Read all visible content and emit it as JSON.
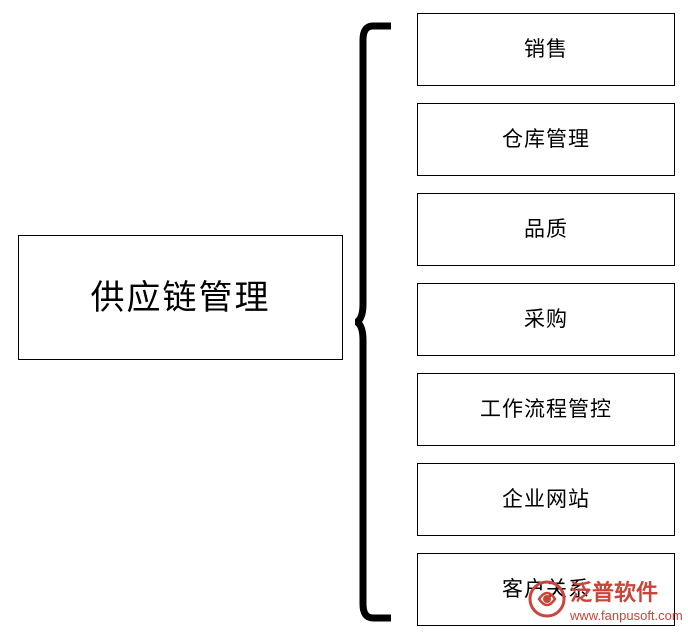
{
  "diagram": {
    "type": "brace-tree",
    "root": {
      "label": "供应链管理"
    },
    "branches": [
      {
        "label": "销售"
      },
      {
        "label": "仓库管理"
      },
      {
        "label": "品质"
      },
      {
        "label": "采购"
      },
      {
        "label": "工作流程管控"
      },
      {
        "label": "企业网站"
      },
      {
        "label": "客户关系"
      }
    ],
    "connector": {
      "name": "curly-brace",
      "color": "#000000"
    },
    "colors": {
      "border": "#000000",
      "background": "#ffffff",
      "text": "#000000",
      "watermark": "#c8453a"
    }
  },
  "watermark": {
    "title": "泛普软件",
    "url": "www.fanpusoft.com"
  }
}
